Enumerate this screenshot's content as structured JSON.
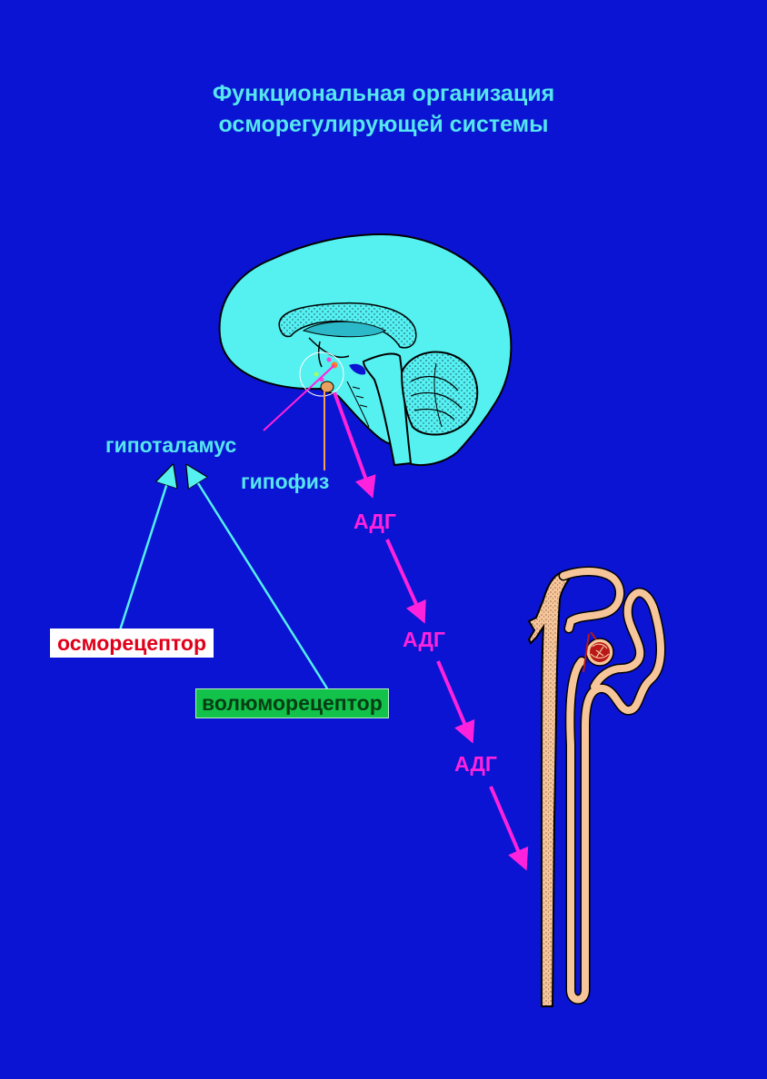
{
  "title": {
    "line1": "Функциональная организация",
    "line2": "осморегулирующей системы"
  },
  "labels": {
    "hypothalamus": "гипоталамус",
    "pituitary": "гипофиз",
    "osmoreceptor": "осморецептор",
    "volumoreceptor": "волюморецептор",
    "adh": [
      "АДГ",
      "АДГ",
      "АДГ"
    ]
  },
  "colors": {
    "background": "#0b14d2",
    "brain": "#55f0f0",
    "nephron": "#f7c59a",
    "adh_arrows": "#ff22dd",
    "receptor_arrows": "#55e6ee",
    "osmoreceptor_text": "#e0001a",
    "volumoreceptor_box": "#12c24a"
  },
  "icons": {
    "brain": "brain-sagittal-section-icon",
    "kidney": "nephron-icon"
  }
}
